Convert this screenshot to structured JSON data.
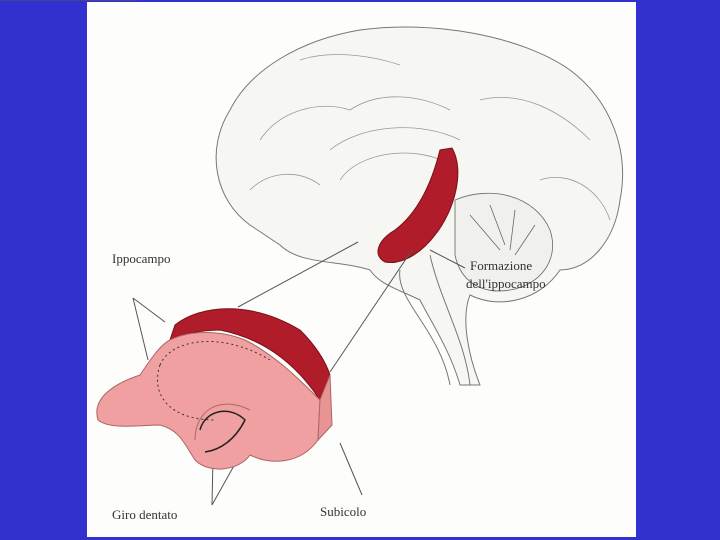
{
  "labels": {
    "ippocampo": "Ippocampo",
    "formazione_line1": "Formazione",
    "formazione_line2": "dell'ippocampo",
    "giro_dentato": "Giro dentato",
    "subicolo": "Subicolo"
  },
  "colors": {
    "background": "#3131d0",
    "hippocampus_red": "#b01c2a",
    "tissue_pink": "#f0a0a0"
  }
}
